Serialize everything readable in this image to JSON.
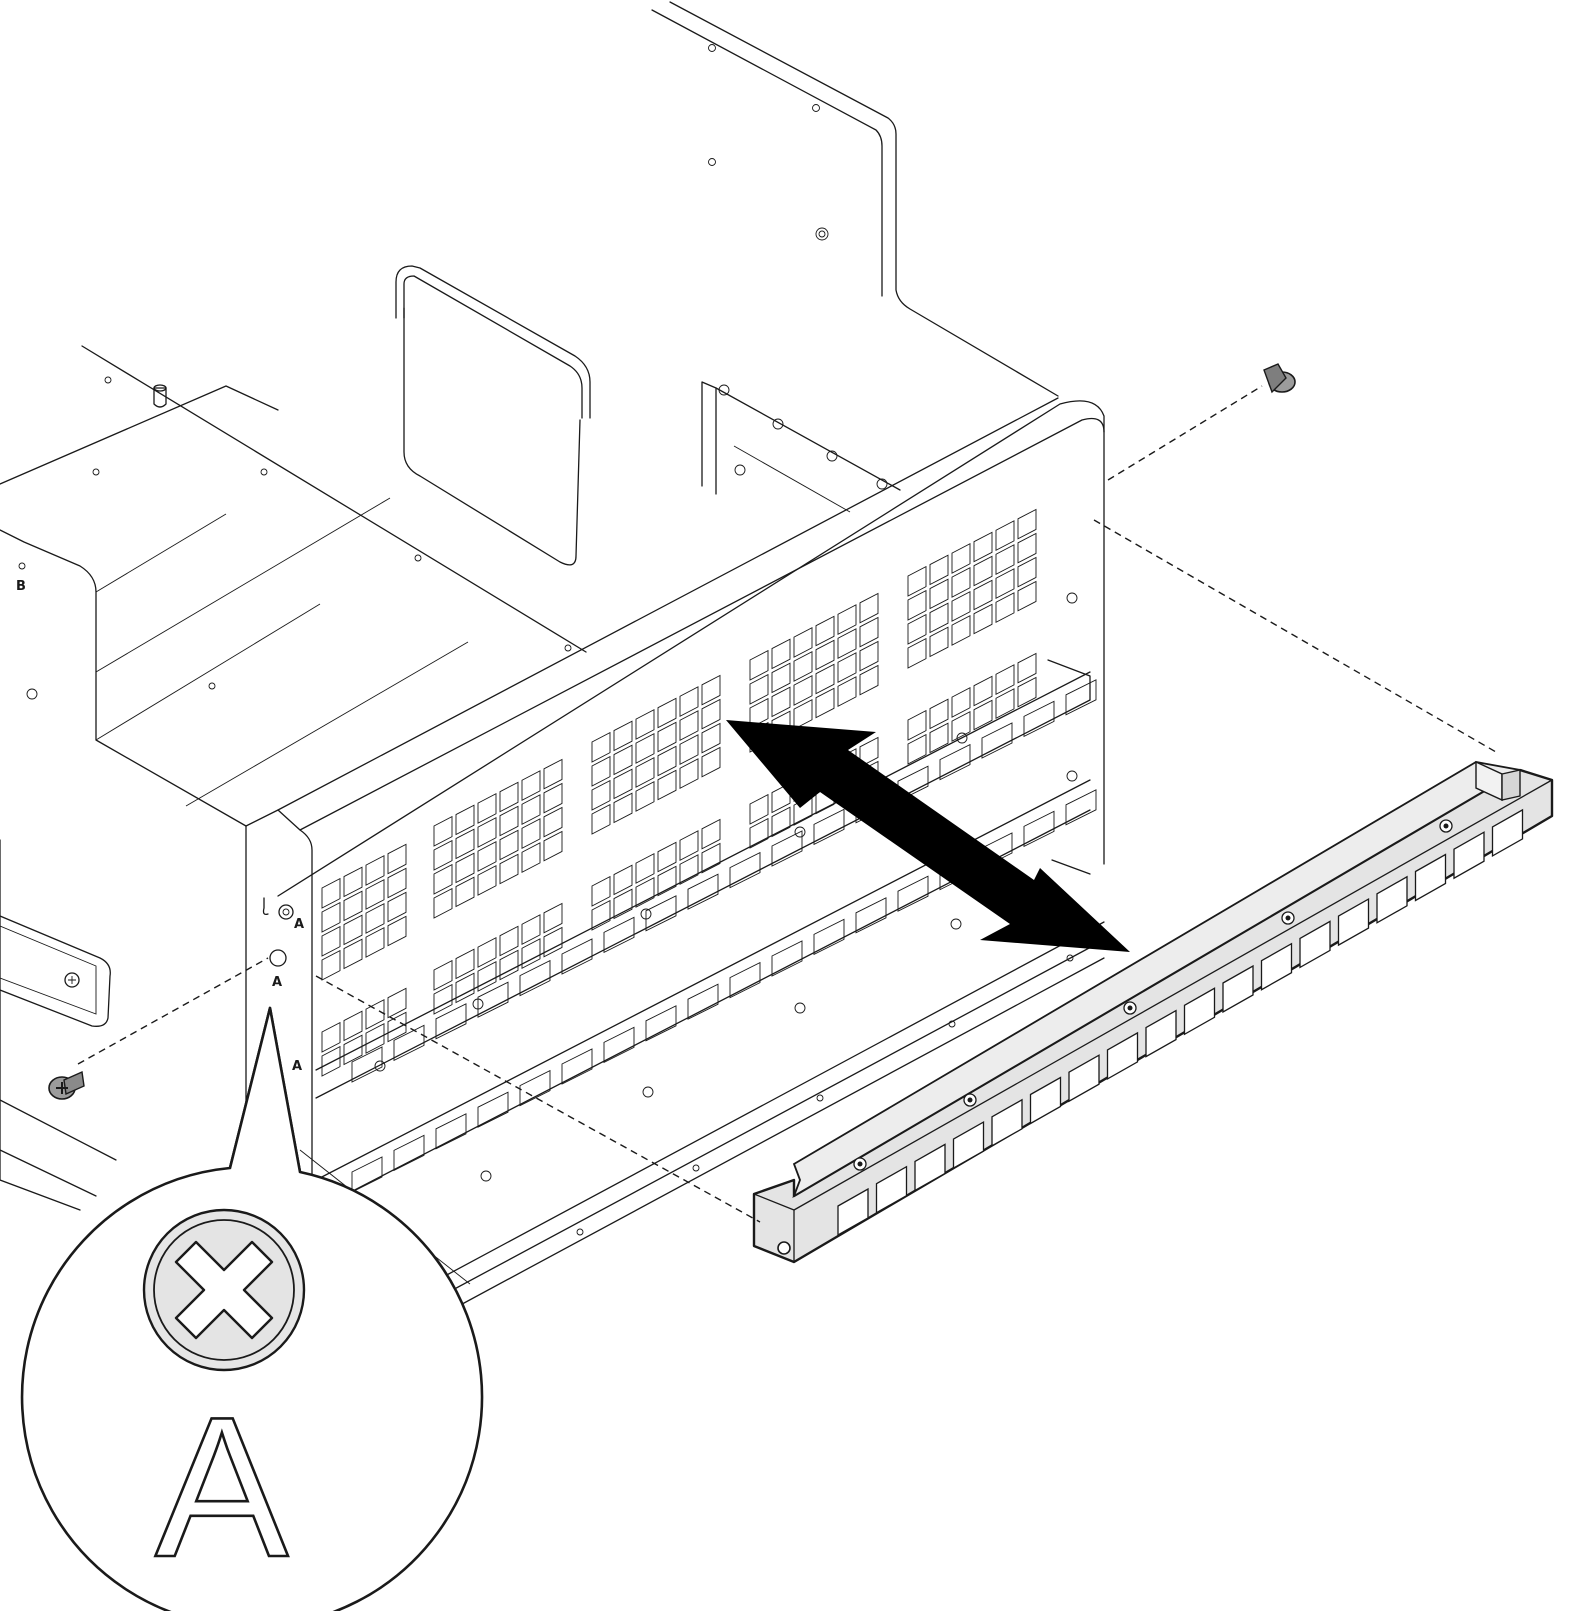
{
  "diagram": {
    "screw_labels": {
      "left_hole_a": "A",
      "left_hole_a_upper": "A",
      "left_hole_a_lower": "A",
      "left_hole_b": "B"
    },
    "callout": {
      "label": "A",
      "screw_head": "cross"
    },
    "colors": {
      "line": "#1a1a1a",
      "panel_fill": "#ffffff",
      "bar_fill": "#e4e4e4",
      "screw_fill": "#9c9c9c",
      "arrow_fill": "#000000"
    },
    "icons": {
      "arrow": "double-headed-arrow",
      "screw": "screw-icon",
      "callout": "magnifier-callout"
    }
  }
}
